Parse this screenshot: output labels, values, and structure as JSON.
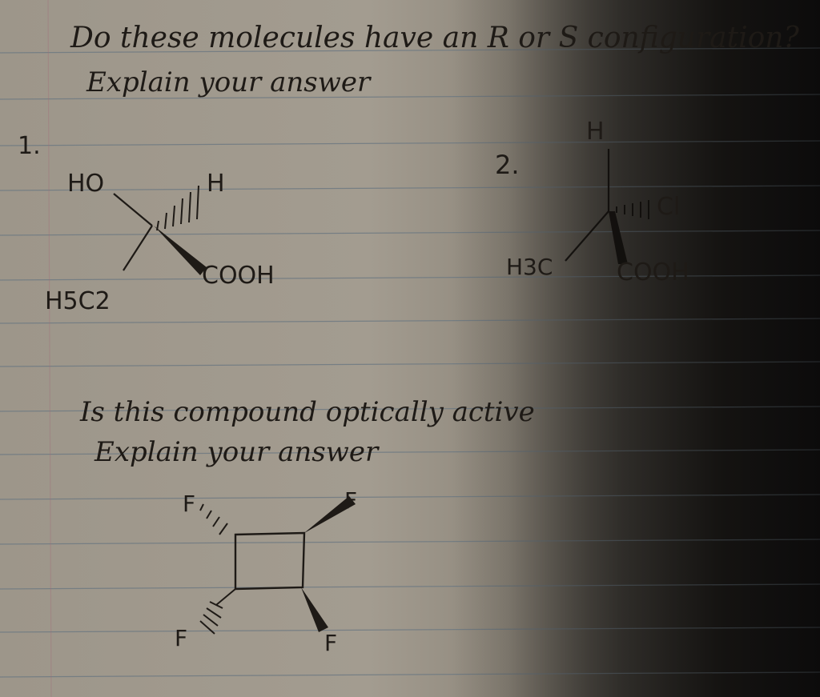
{
  "photo": {
    "question_1": "Do these molecules have an R or S configuration?",
    "question_1_prompt": "Explain your answer",
    "question_2": "Is this compound optically active",
    "question_2_prompt": "Explain your answer"
  },
  "molecule_1": {
    "number": "1.",
    "ho": "HO",
    "h": "H",
    "cooh": "COOH",
    "ethyl": "H5C2"
  },
  "molecule_2": {
    "number": "2.",
    "h": "H",
    "cl": "Cl",
    "methyl": "H3C",
    "cooh": "COOH"
  },
  "cyclobutane": {
    "f_top_left": "F",
    "f_top_right": "F",
    "f_bottom_left": "F",
    "f_bottom_right": "F"
  },
  "colors": {
    "ink": "#1e1a16",
    "ruled_line": "#6f7a82",
    "margin_line": "#a36a78"
  }
}
